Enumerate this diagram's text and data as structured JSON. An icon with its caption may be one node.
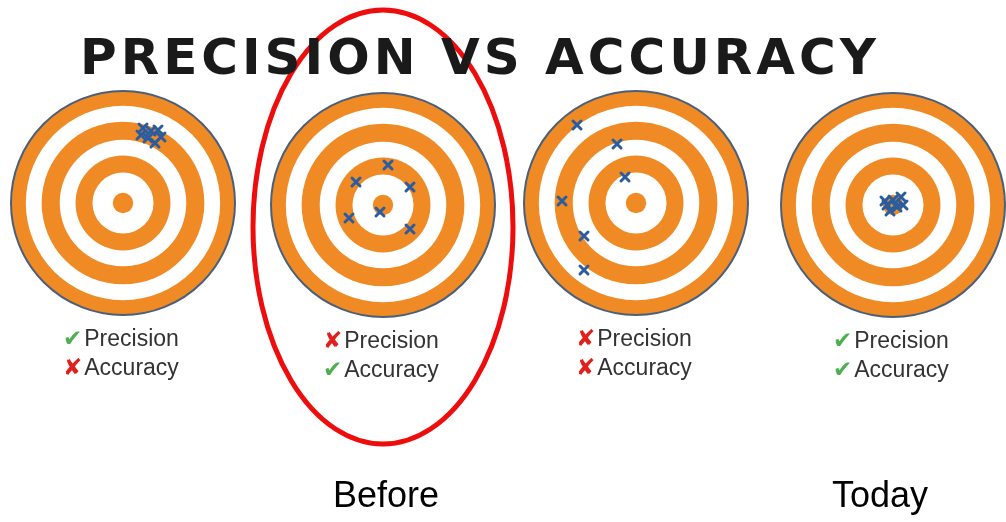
{
  "diagram": {
    "title": "PRECISION VS ACCURACY",
    "nodes": [
      {
        "text": [],
        "shape": "picture",
        "beside": [
          "✔Precision",
          "✘Accuracy"
        ]
      },
      {
        "text": [],
        "shape": "ellipse",
        "beside": [
          "Before"
        ]
      },
      {
        "text": [],
        "shape": "picture",
        "in": 1,
        "beside": [
          "✘Precision",
          "✔Accuracy"
        ]
      },
      {
        "text": [],
        "shape": "picture",
        "beside": [
          "✘Precision",
          "✘Accuracy"
        ]
      },
      {
        "text": [],
        "shape": "picture",
        "beside": [
          "✔Precision",
          "✔Accuracy",
          "Today"
        ]
      }
    ],
    "edges": []
  }
}
